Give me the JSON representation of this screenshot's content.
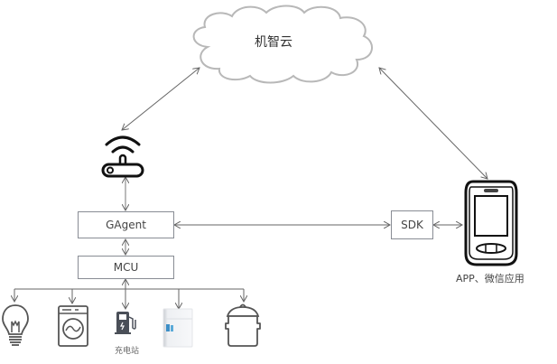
{
  "diagram": {
    "cloud": {
      "label": "机智云"
    },
    "nodes": {
      "gagent": {
        "label": "GAgent"
      },
      "mcu": {
        "label": "MCU"
      },
      "sdk": {
        "label": "SDK"
      }
    },
    "phone": {
      "label": "APP、微信应用"
    },
    "devices": [
      {
        "name": "light-bulb",
        "label": ""
      },
      {
        "name": "washing-machine",
        "label": ""
      },
      {
        "name": "charging-station",
        "label": "充电站"
      },
      {
        "name": "refrigerator",
        "label": ""
      },
      {
        "name": "rice-cooker",
        "label": ""
      }
    ],
    "connections": [
      {
        "from": "cloud",
        "to": "router",
        "type": "bidirectional"
      },
      {
        "from": "cloud",
        "to": "phone",
        "type": "bidirectional"
      },
      {
        "from": "router",
        "to": "gagent",
        "type": "bidirectional"
      },
      {
        "from": "gagent",
        "to": "mcu",
        "type": "bidirectional"
      },
      {
        "from": "gagent",
        "to": "sdk",
        "type": "bidirectional"
      },
      {
        "from": "sdk",
        "to": "phone",
        "type": "bidirectional"
      },
      {
        "from": "mcu",
        "to": "devices",
        "type": "bus"
      }
    ]
  }
}
